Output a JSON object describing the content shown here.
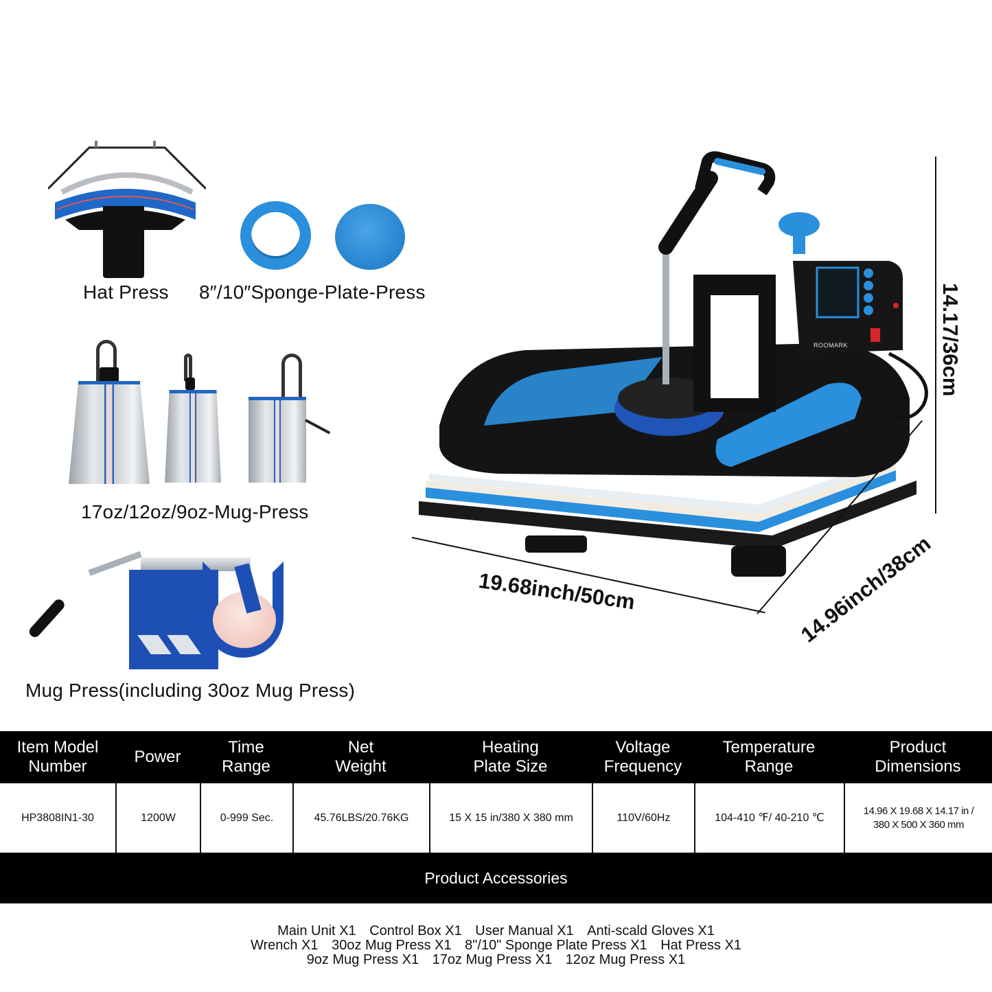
{
  "accessories_gallery": [
    {
      "label": "Hat Press"
    },
    {
      "label": "8″/10″Sponge-Plate-Press"
    },
    {
      "label": "17oz/12oz/9oz-Mug-Press"
    },
    {
      "label": "Mug Press(including 30oz Mug Press)"
    }
  ],
  "main_unit": {
    "brand": "ROOMARK",
    "dimensions": {
      "width": "19.68inch/50cm",
      "depth": "14.96inch/38cm",
      "height": "14.17/36cm"
    },
    "colors": {
      "accent": "#2a8fdc",
      "body": "#111111",
      "switch": "#d9262b"
    }
  },
  "spec_table": {
    "headers": [
      "Item Model\nNumber",
      "Power",
      "Time\nRange",
      "Net\nWeight",
      "Heating\nPlate Size",
      "Voltage\nFrequency",
      "Temperature\nRange",
      "Product\nDimensions"
    ],
    "values": [
      "HP3808IN1-30",
      "1200W",
      "0-999 Sec.",
      "45.76LBS/20.76KG",
      "15 X 15 in/380 X 380 mm",
      "110V/60Hz",
      "104-410 ℉/ 40-210 ℃",
      "14.96 X 19.68 X 14.17 in /\n380 X 500 X 360 mm"
    ]
  },
  "product_accessories": {
    "title": "Product Accessories",
    "lines": [
      [
        "Main Unit X1",
        "Control Box X1",
        "User Manual X1",
        "Anti-scald Gloves X1"
      ],
      [
        "Wrench X1",
        "30oz Mug Press X1",
        "8\"/10\" Sponge Plate Press X1",
        "Hat Press X1"
      ],
      [
        "9oz Mug Press X1",
        "17oz Mug Press X1",
        "12oz Mug Press X1"
      ]
    ]
  }
}
